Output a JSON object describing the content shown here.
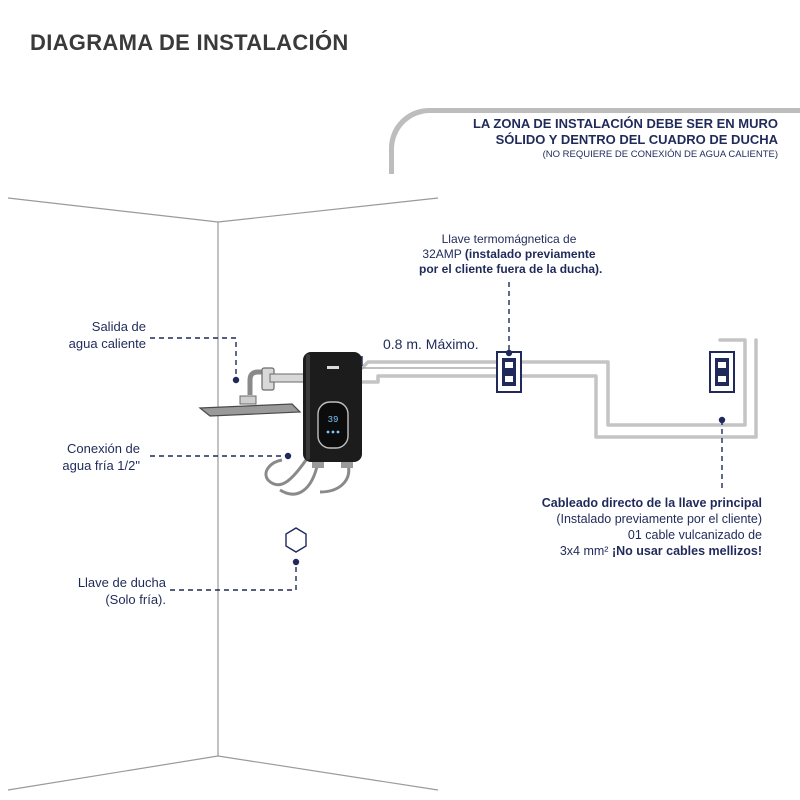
{
  "header": {
    "title": "DIAGRAMA DE INSTALACIÓN"
  },
  "banner": {
    "line1": "LA ZONA DE INSTALACIÓN DEBE SER EN MURO",
    "line2": "SÓLIDO Y DENTRO DEL CUADRO DE DUCHA",
    "line3": "(NO REQUIERE DE CONEXIÓN DE AGUA CALIENTE)"
  },
  "labels": {
    "hot_water_outlet": {
      "line1": "Salida de",
      "line2": "agua caliente"
    },
    "cold_water_connection": {
      "line1": "Conexión de",
      "line2": "agua fría 1/2\""
    },
    "shower_valve": {
      "line1": "Llave de ducha",
      "line2": "(Solo fría)."
    },
    "distance": "0.8 m. Máximo.",
    "breaker": {
      "line1": "Llave termomágnetica de",
      "line2_normal": "32AMP ",
      "line2_bold": "(instalado previamente",
      "line3_bold": "por el cliente fuera de la ducha)."
    },
    "wiring": {
      "line1_bold": "Cableado directo de la llave principal",
      "line2": "(Instalado previamente por el cliente)",
      "line3": "01 cable  vulcanizado de",
      "line4_normal": "3x4 mm² ",
      "line4_bold": "¡No usar cables  mellizos!"
    }
  },
  "heater_display": {
    "temperature": "39",
    "brand": "ꟷꟷ"
  },
  "colors": {
    "navy": "#1f2a5a",
    "wall_line": "#9a9a9a",
    "cable": "#c4c4c4",
    "heater_body": "#1c1c1c",
    "display_blue": "#7fc9ff"
  }
}
